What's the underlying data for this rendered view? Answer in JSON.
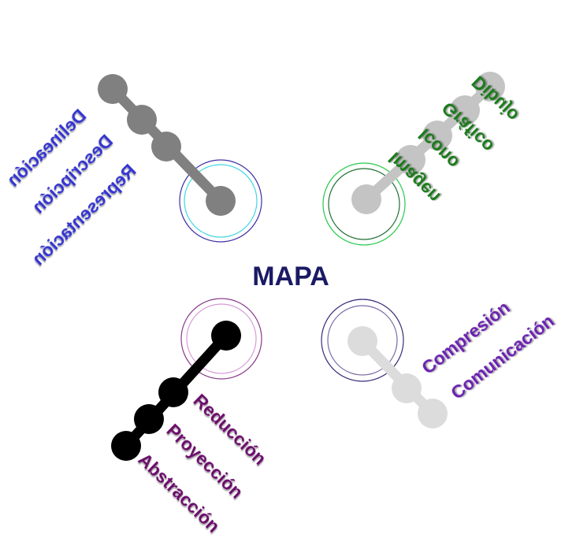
{
  "title": {
    "text": "MAPA",
    "color": "#1a1a66"
  },
  "branches": [
    {
      "id": "top-left",
      "node_color": "#808080",
      "line_color": "#808080",
      "ring_colors": [
        "#3c2fa3",
        "#3fd6e0"
      ],
      "label_color": "#3535d0",
      "labels": [
        "Delineación",
        "Descripción",
        "Representación"
      ]
    },
    {
      "id": "top-right",
      "node_color": "#c4c4c4",
      "line_color": "#c4c4c4",
      "ring_colors": [
        "#26c94a",
        "#1f6e33"
      ],
      "label_color": "#1a7a1a",
      "labels": [
        "Dibujo",
        "Gráfico",
        "Icono",
        "Imagen"
      ]
    },
    {
      "id": "bottom-left",
      "node_color": "#000000",
      "line_color": "#000000",
      "ring_colors": [
        "#8a3a8a",
        "#d59ad5"
      ],
      "label_color": "#6b0f6b",
      "labels": [
        "Reducción",
        "Proyección",
        "Abstracción"
      ]
    },
    {
      "id": "bottom-right",
      "node_color": "#dcdcdc",
      "line_color": "#dcdcdc",
      "ring_colors": [
        "#3a2a7a",
        "#7a6aa6"
      ],
      "label_color": "#6a20b0",
      "labels": [
        "Compresión",
        "Comunicación"
      ]
    }
  ]
}
